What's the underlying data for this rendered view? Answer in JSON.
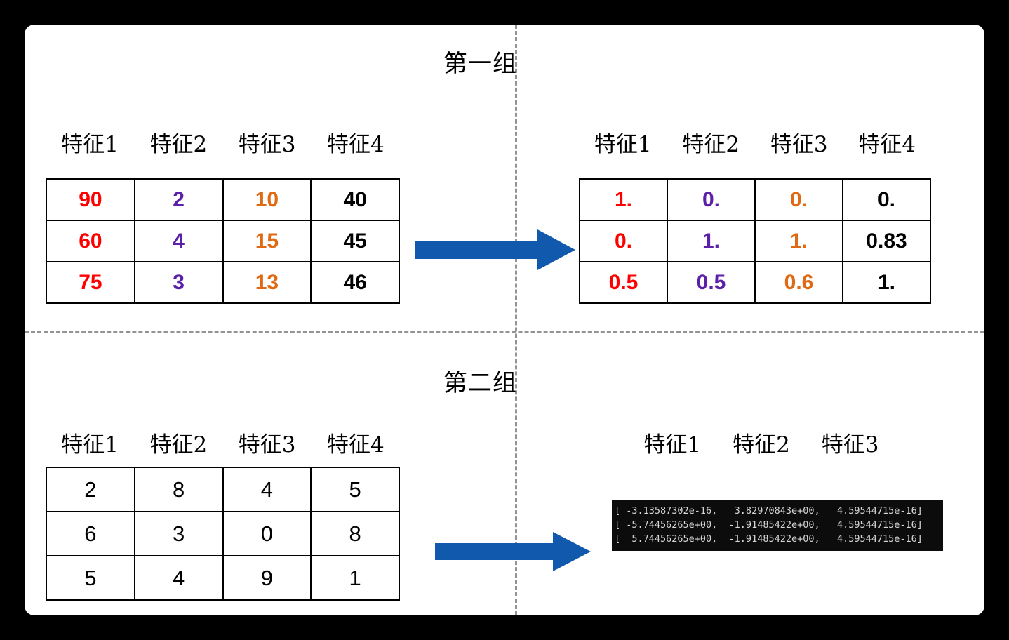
{
  "canvas": {
    "background_color": "#000000",
    "slide_color": "#ffffff"
  },
  "colors": {
    "feature1": "#FF0000",
    "feature2": "#5B1FA8",
    "feature3": "#E06A14",
    "feature4": "#000000",
    "arrow": "#1059AC",
    "guide": "#939393",
    "terminal_bg": "#0c0c0c",
    "terminal_fg": "#d6d6d6"
  },
  "groups": {
    "group1": {
      "title": "第一组",
      "source": {
        "headers": [
          "特征1",
          "特征2",
          "特征3",
          "特征4"
        ],
        "rows": [
          [
            "90",
            "2",
            "10",
            "40"
          ],
          [
            "60",
            "4",
            "15",
            "45"
          ],
          [
            "75",
            "3",
            "13",
            "46"
          ]
        ]
      },
      "result": {
        "headers": [
          "特征1",
          "特征2",
          "特征3",
          "特征4"
        ],
        "rows": [
          [
            "1.",
            "0.",
            "0.",
            "0."
          ],
          [
            "0.",
            "1.",
            "1.",
            "0.83"
          ],
          [
            "0.5",
            "0.5",
            "0.6",
            "1."
          ]
        ]
      },
      "arrow_label": "transform-arrow"
    },
    "group2": {
      "title": "第二组",
      "source": {
        "headers": [
          "特征1",
          "特征2",
          "特征3",
          "特征4"
        ],
        "rows": [
          [
            "2",
            "8",
            "4",
            "5"
          ],
          [
            "6",
            "3",
            "0",
            "8"
          ],
          [
            "5",
            "4",
            "9",
            "1"
          ]
        ]
      },
      "result": {
        "headers": [
          "特征1",
          "特征2",
          "特征3"
        ],
        "terminal_lines": [
          "[ -3.13587302e-16,   3.82970843e+00,   4.59544715e-16]",
          "[ -5.74456265e+00,  -1.91485422e+00,   4.59544715e-16]",
          "[  5.74456265e+00,  -1.91485422e+00,   4.59544715e-16]"
        ]
      },
      "arrow_label": "transform-arrow"
    }
  }
}
